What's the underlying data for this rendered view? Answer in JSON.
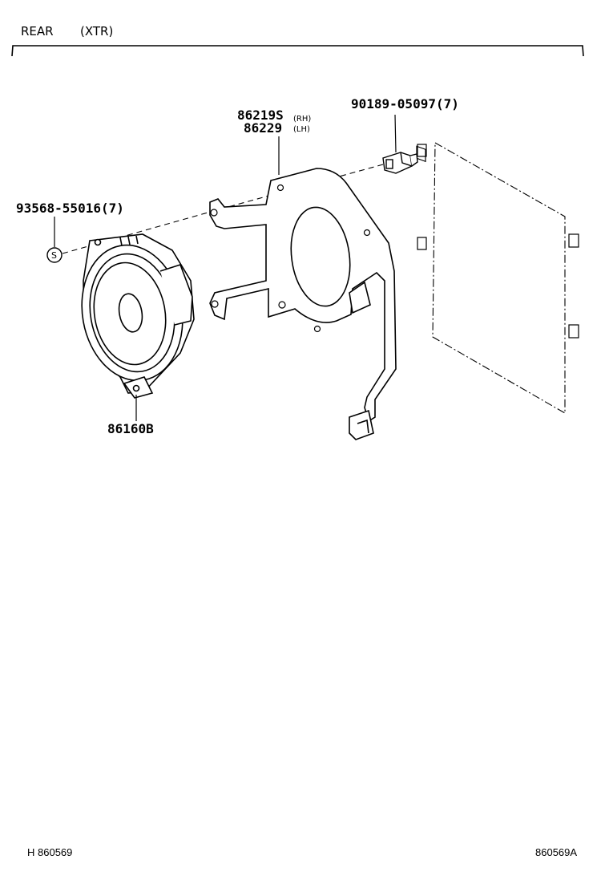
{
  "header": {
    "section": "REAR",
    "variant": "(XTR)"
  },
  "parts": {
    "clip": "90189-05097(7)",
    "bracket_rh": "86219S",
    "bracket_rh_side": "(RH)",
    "bracket_lh": "86229",
    "bracket_lh_side": "(LH)",
    "screw": "93568-55016(7)",
    "screw_symbol": "S",
    "speaker": "86160B"
  },
  "footer": {
    "left_code": "H 860569",
    "right_code": "860569A"
  }
}
